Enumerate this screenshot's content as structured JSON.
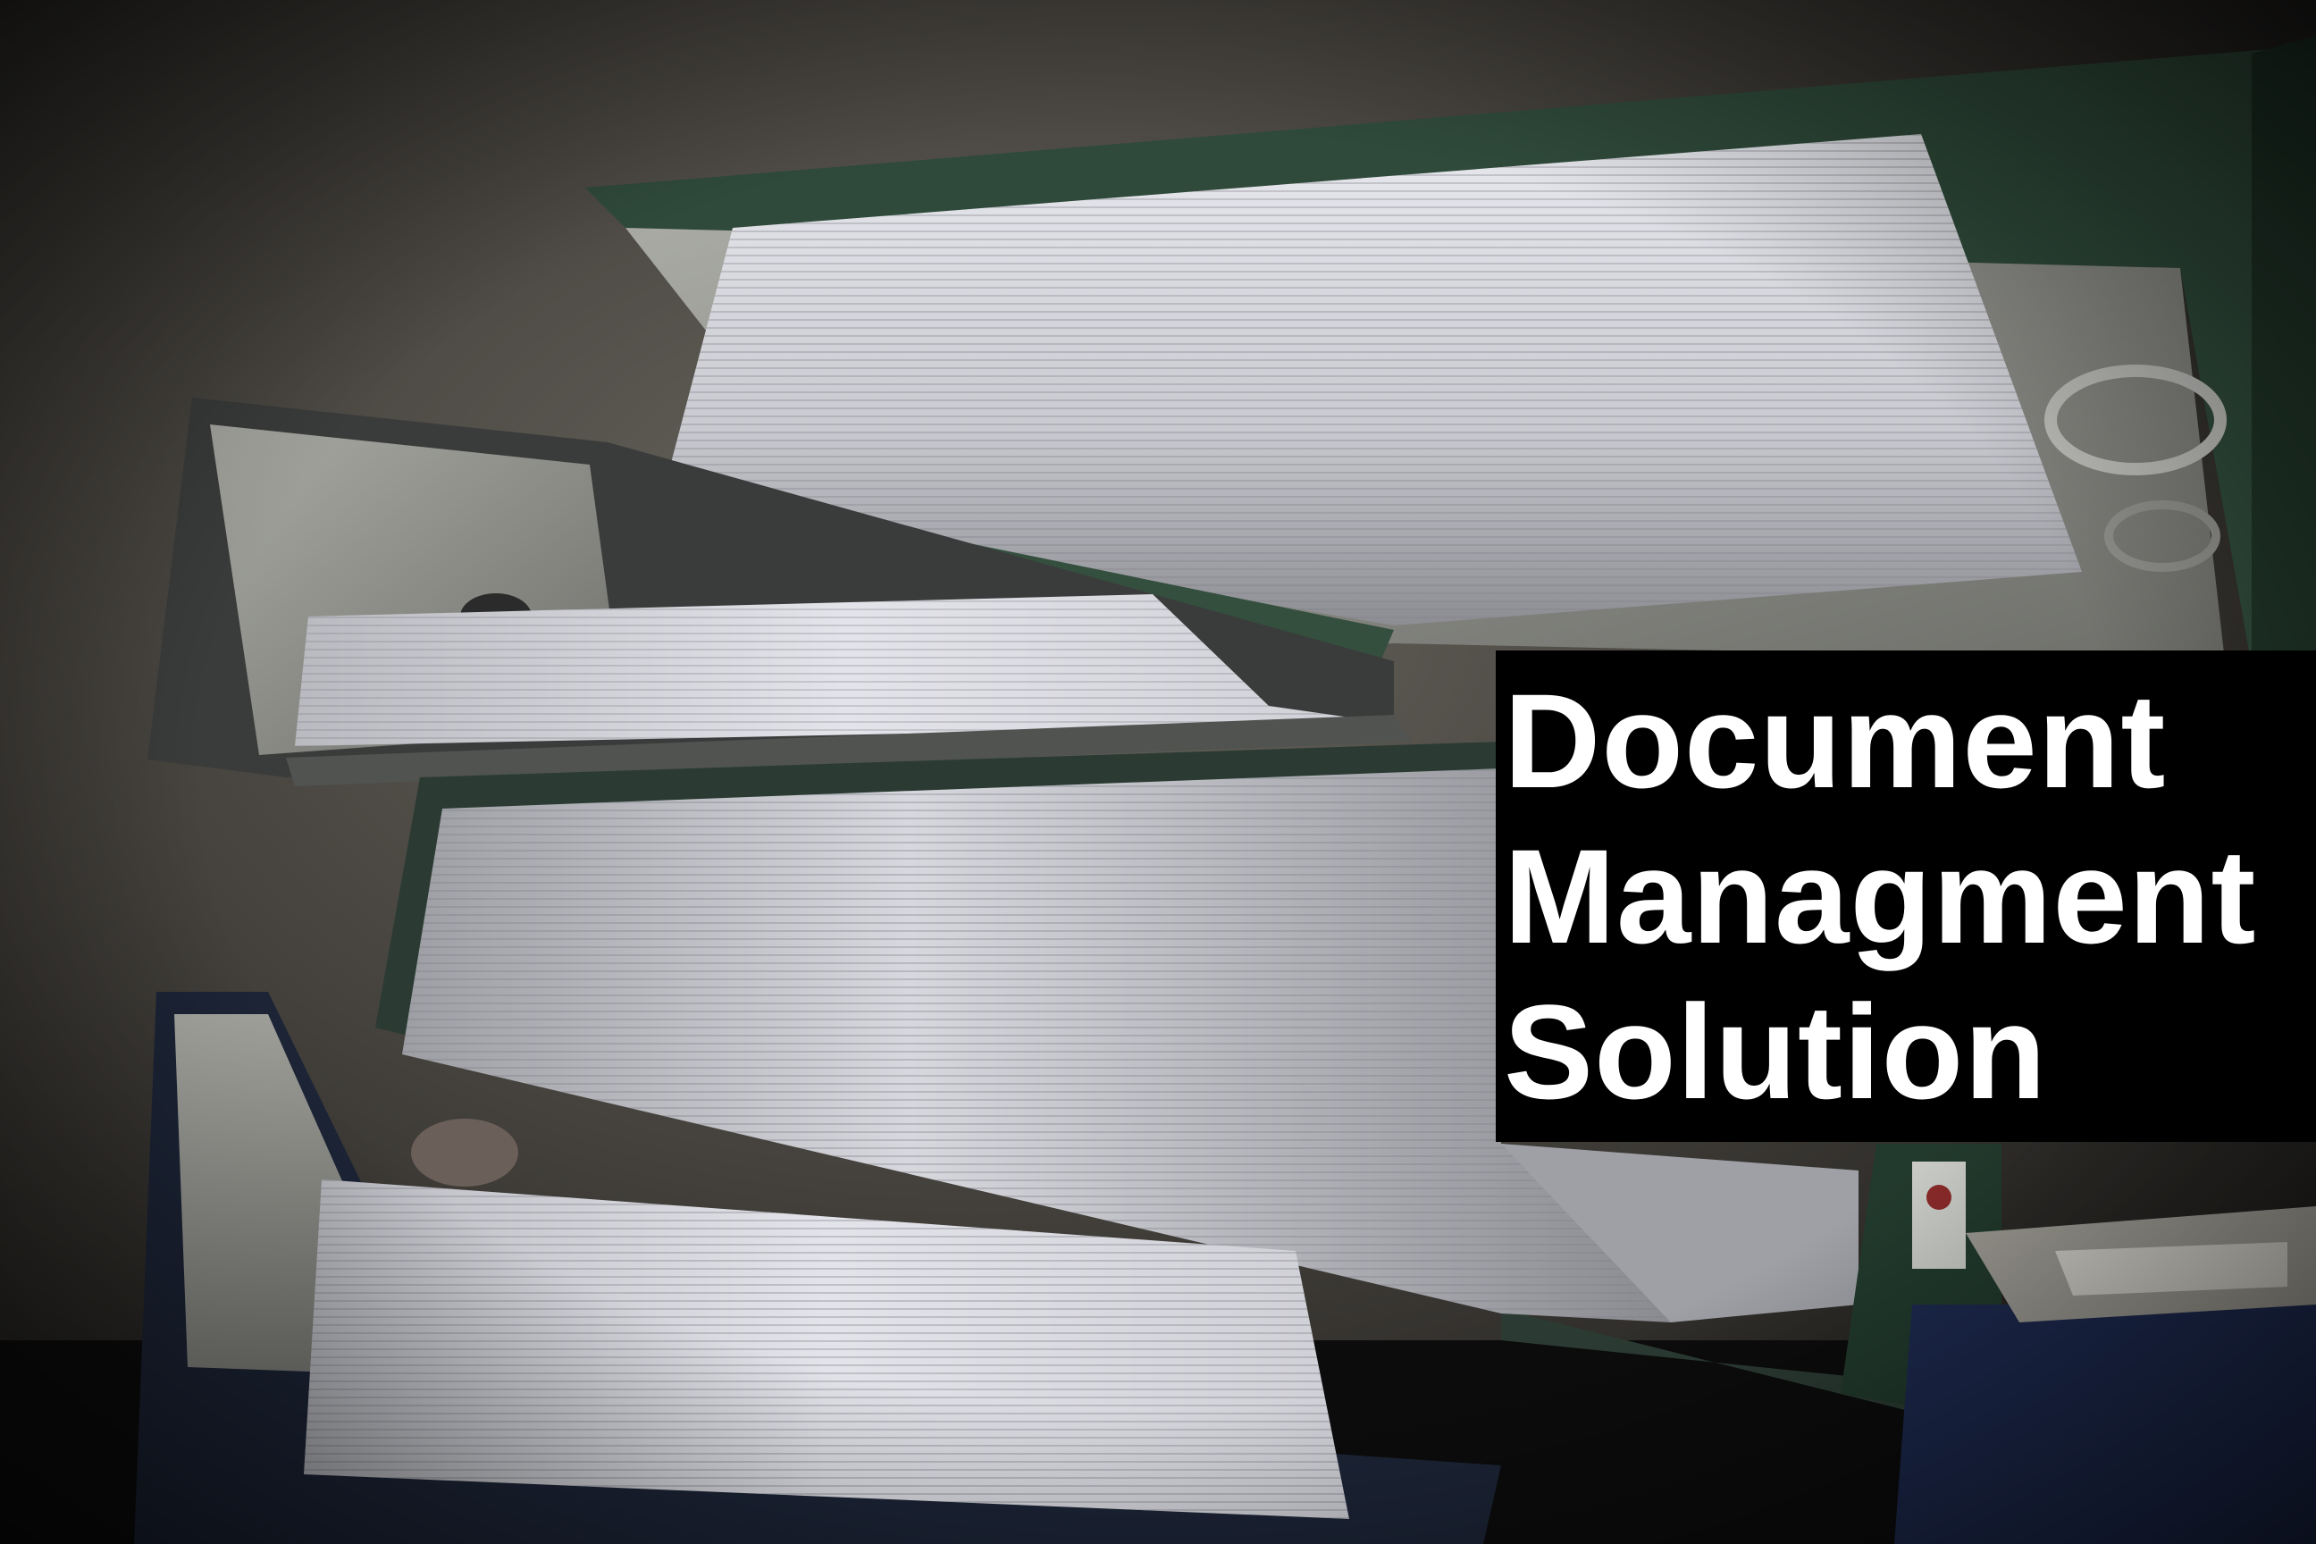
{
  "caption": {
    "lines": [
      "Document",
      "Managment",
      "Solution"
    ],
    "background": "#000000",
    "text_color": "#ffffff"
  },
  "photo": {
    "subject": "binders-stack-image"
  }
}
